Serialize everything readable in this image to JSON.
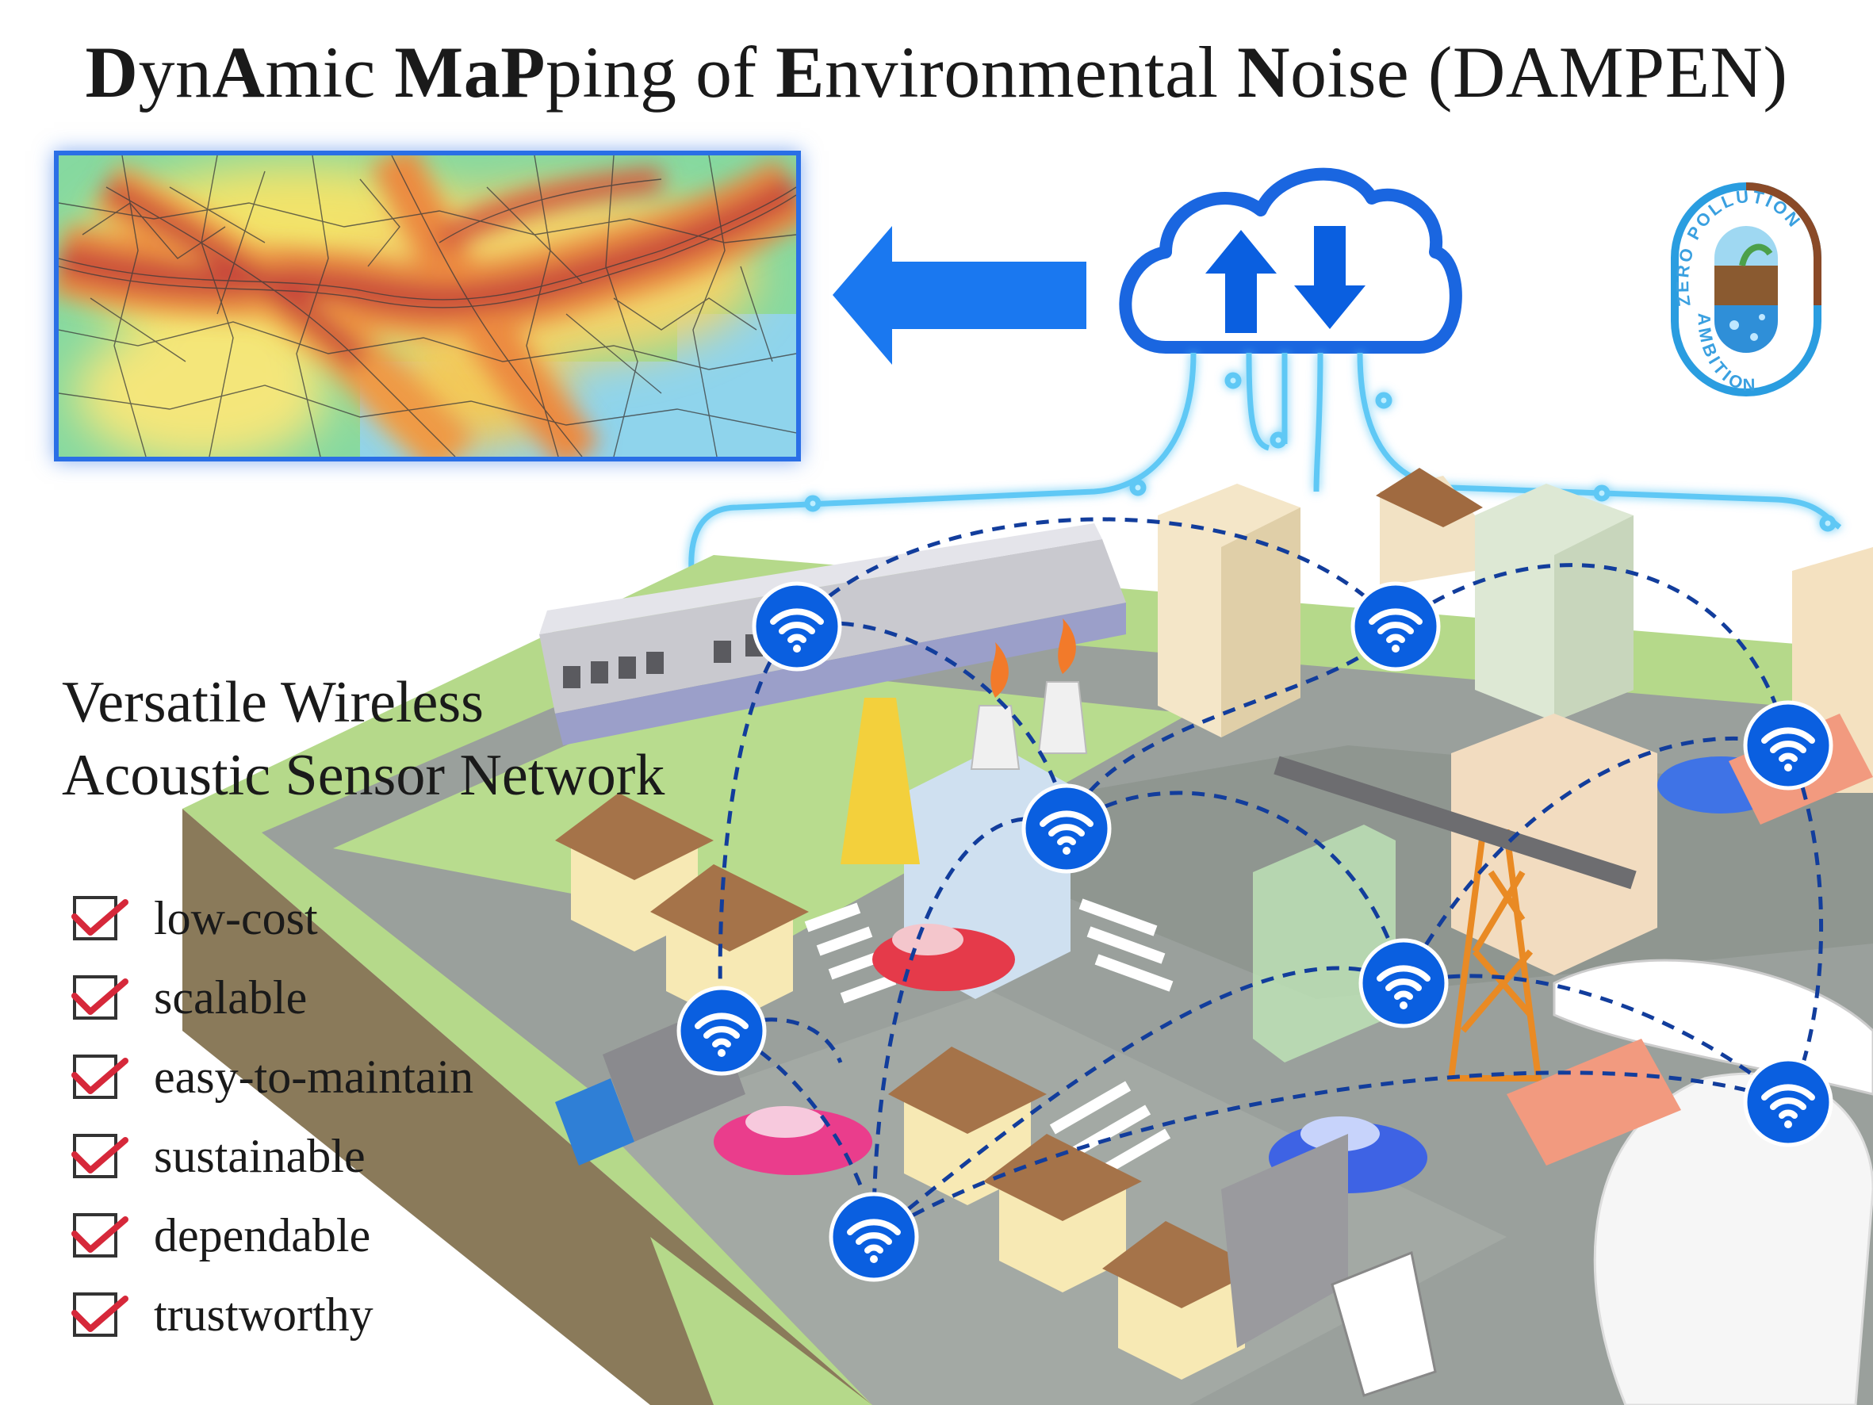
{
  "title": {
    "segments": [
      {
        "text": "D",
        "bold": true
      },
      {
        "text": "yn",
        "bold": false
      },
      {
        "text": "A",
        "bold": true
      },
      {
        "text": "mic ",
        "bold": false
      },
      {
        "text": "M",
        "bold": true
      },
      {
        "text": "a",
        "bold": true
      },
      {
        "text": "P",
        "bold": true
      },
      {
        "text": "ping of ",
        "bold": false
      },
      {
        "text": "E",
        "bold": true
      },
      {
        "text": "nvironmental ",
        "bold": false
      },
      {
        "text": "N",
        "bold": true
      },
      {
        "text": "oise (DAMPEN)",
        "bold": false
      }
    ]
  },
  "subtitle": {
    "line1": "Versatile Wireless",
    "line2": "Acoustic Sensor Network"
  },
  "checklist": [
    {
      "label": "low-cost"
    },
    {
      "label": "scalable"
    },
    {
      "label": "easy-to-maintain"
    },
    {
      "label": "sustainable"
    },
    {
      "label": "dependable"
    },
    {
      "label": "trustworthy"
    }
  ],
  "logo": {
    "top_text": "ZERO POLLUTION",
    "bottom_text": "AMBITION"
  },
  "colors": {
    "network_blue": "#0a5fe0",
    "link_dash": "#123d9c",
    "glow_line": "#5fc8f5",
    "check_red": "#d6283a",
    "map_border": "#2a6fe6"
  },
  "icons": {
    "cloud": "cloud-upload-download-icon",
    "arrow": "arrow-left-icon",
    "sensor": "wifi-icon",
    "check": "check-mark-icon"
  }
}
